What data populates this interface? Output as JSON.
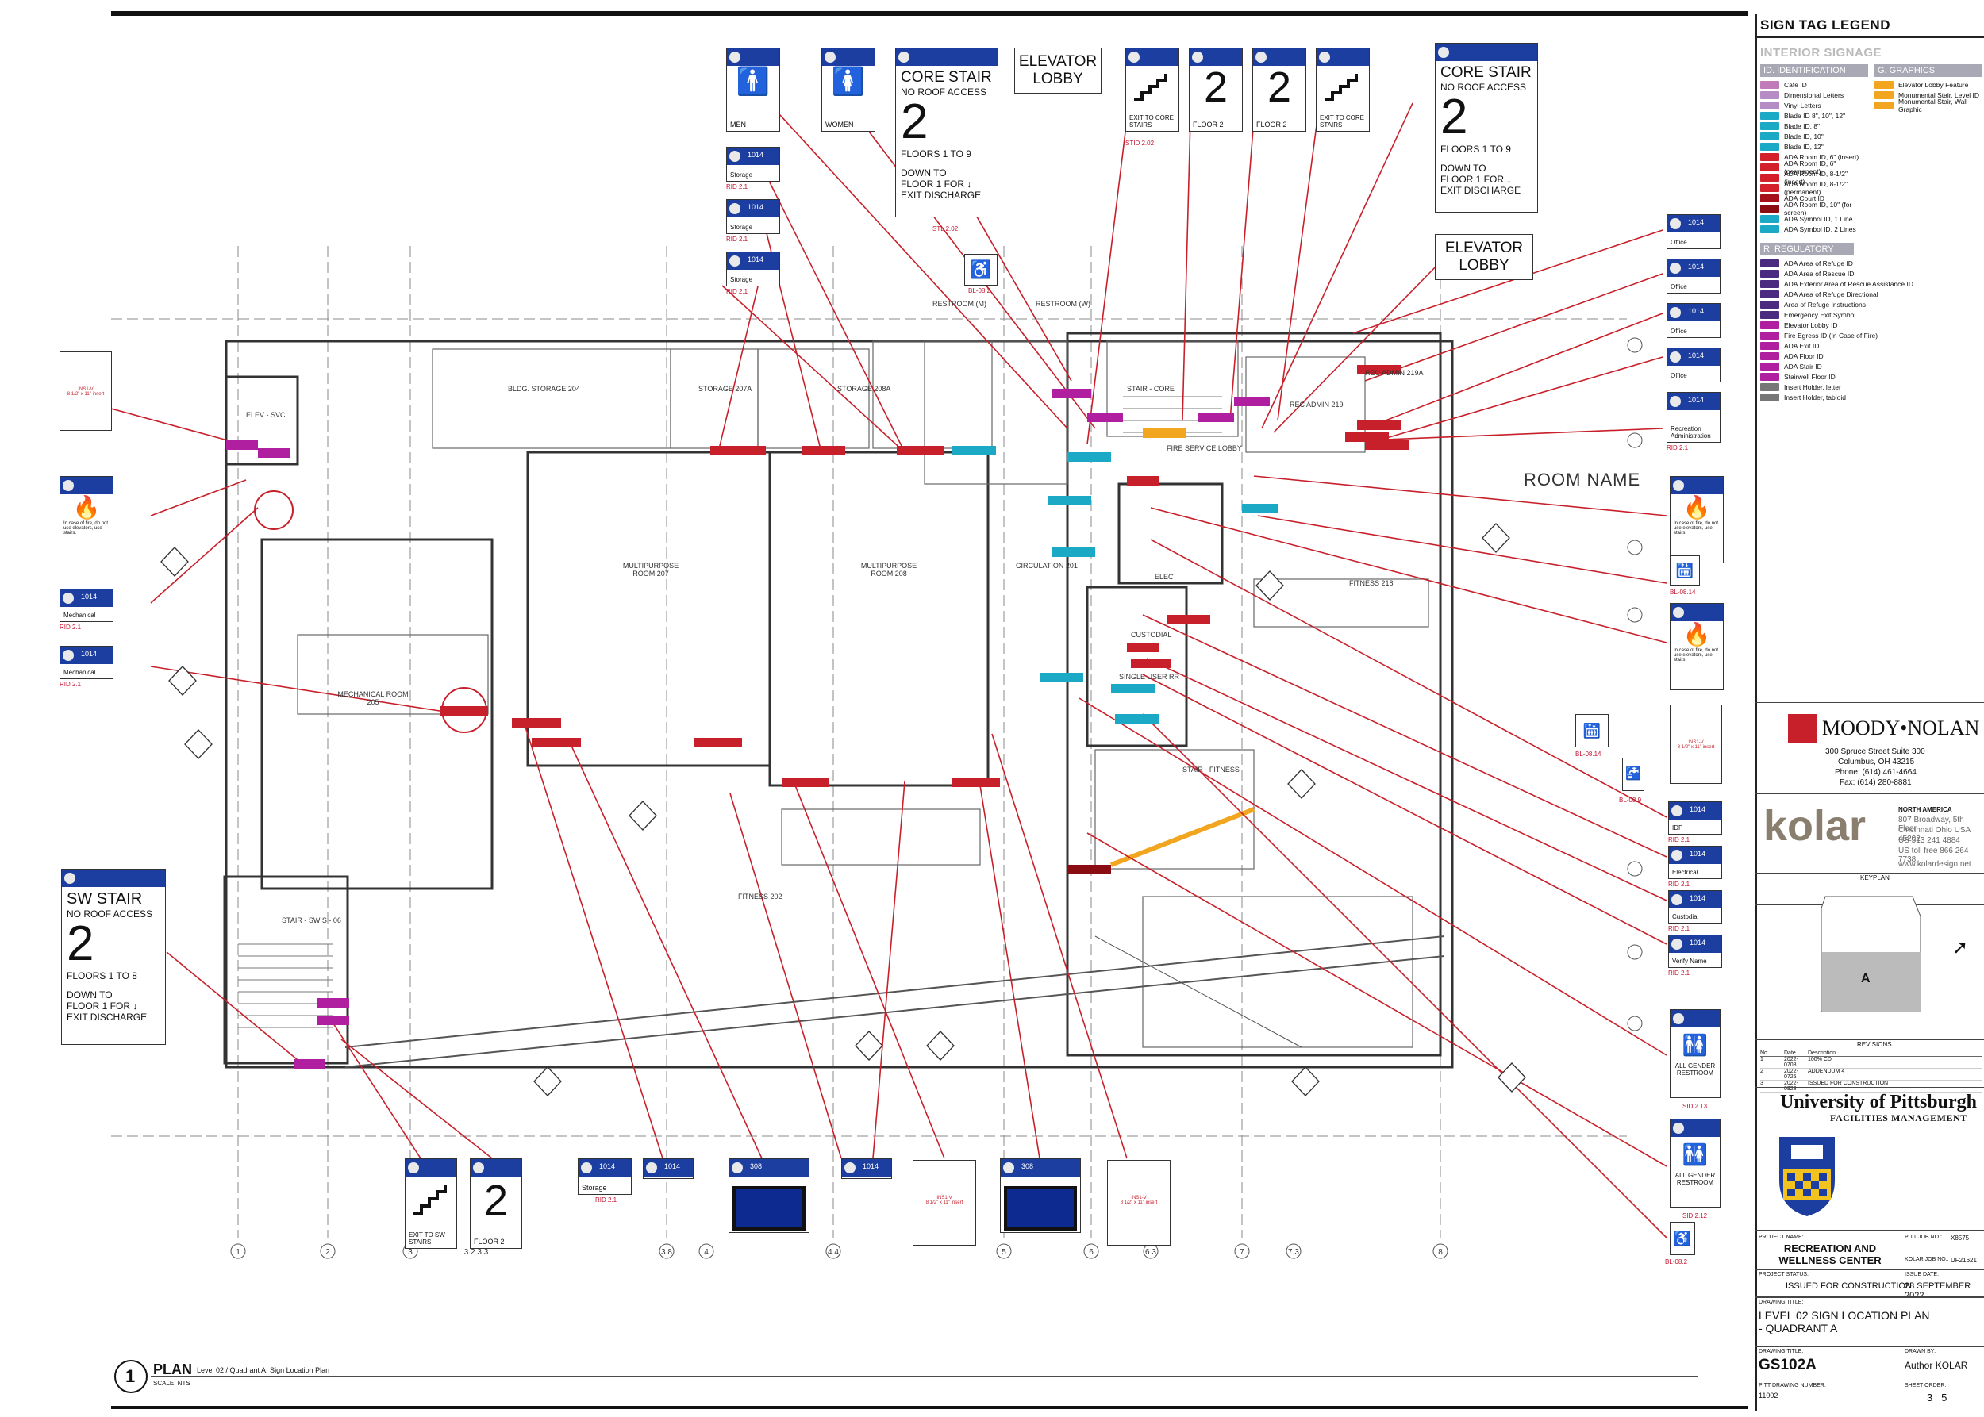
{
  "legend": {
    "title": "SIGN TAG LEGEND",
    "section": "INTERIOR SIGNAGE",
    "id_header": "ID. IDENTIFICATION",
    "g_header": "G. GRAPHICS",
    "r_header": "R. REGULATORY",
    "id_items": [
      {
        "code": "CAFE",
        "color": "#c07bb8",
        "label": "Cafe ID"
      },
      {
        "code": "DL",
        "color": "#b58cc4",
        "label": "Dimensional Letters"
      },
      {
        "code": "VL",
        "color": "#b58cc4",
        "label": "Vinyl Letters"
      },
      {
        "code": "BL",
        "color": "#1ba9c6",
        "label": "Blade ID 8\", 10\", 12\""
      },
      {
        "code": "BL",
        "color": "#1ba9c6",
        "label": "Blade ID, 8\""
      },
      {
        "code": "BL",
        "color": "#1ba9c6",
        "label": "Blade ID, 10\""
      },
      {
        "code": "BL",
        "color": "#1ba9c6",
        "label": "Blade ID, 12\""
      },
      {
        "code": "RID",
        "color": "#d4202a",
        "label": "ADA Room ID, 6\" (insert)"
      },
      {
        "code": "RID",
        "color": "#d4202a",
        "label": "ADA Room ID, 6\" (permanent)"
      },
      {
        "code": "RID",
        "color": "#d4202a",
        "label": "ADA Room ID, 8-1/2\" (insert)"
      },
      {
        "code": "RID",
        "color": "#d4202a",
        "label": "ADA Room ID, 8-1/2\" (permanent)"
      },
      {
        "code": "RID",
        "color": "#a6101a",
        "label": "ADA Court ID"
      },
      {
        "code": "RID",
        "color": "#8a0d14",
        "label": "ADA Room ID, 10\" (for screen)"
      },
      {
        "code": "SID",
        "color": "#1ba9c6",
        "label": "ADA Symbol ID, 1 Line"
      },
      {
        "code": "SID",
        "color": "#1ba9c6",
        "label": "ADA Symbol ID, 2 Lines"
      }
    ],
    "g_items": [
      {
        "code": "LOB",
        "color": "#f2a51f",
        "label": "Elevator Lobby Feature"
      },
      {
        "code": "MON",
        "color": "#f2a51f",
        "label": "Monumental Stair, Level ID"
      },
      {
        "code": "MON",
        "color": "#f2a51f",
        "label": "Monumental Stair, Wall Graphic"
      }
    ],
    "r_items": [
      {
        "code": "AR",
        "color": "#4b2b7f",
        "label": "ADA Area of Refuge ID"
      },
      {
        "code": "AR",
        "color": "#4b2b7f",
        "label": "ADA Area of Rescue ID"
      },
      {
        "code": "AR",
        "color": "#4b2b7f",
        "label": "ADA Exterior Area of Rescue Assistance ID"
      },
      {
        "code": "AR",
        "color": "#4b2b7f",
        "label": "ADA Area of Refuge Directional"
      },
      {
        "code": "AR",
        "color": "#4b2b7f",
        "label": "Area of Refuge Instructions"
      },
      {
        "code": "ES",
        "color": "#4b2b7f",
        "label": "Emergency Exit Symbol"
      },
      {
        "code": "ELID",
        "color": "#b01fa0",
        "label": "Elevator Lobby ID"
      },
      {
        "code": "FE",
        "color": "#b01fa0",
        "label": "Fire Egress ID (In Case of Fire)"
      },
      {
        "code": "EX",
        "color": "#b01fa0",
        "label": "ADA Exit ID"
      },
      {
        "code": "FL",
        "color": "#b01fa0",
        "label": "ADA Floor ID"
      },
      {
        "code": "ST",
        "color": "#b01fa0",
        "label": "ADA Stair ID"
      },
      {
        "code": "STL",
        "color": "#b01fa0",
        "label": "Stairwell Floor ID"
      },
      {
        "code": "INS",
        "color": "#777",
        "label": "Insert Holder, letter"
      },
      {
        "code": "INS",
        "color": "#777",
        "label": "Insert Holder, tabloid"
      }
    ]
  },
  "firm1": {
    "name": "MOODY•NOLAN",
    "address": "300 Spruce Street Suite 300",
    "city": "Columbus, OH 43215",
    "phone": "Phone: (614) 461-4664",
    "fax": "Fax: (614) 280-8881"
  },
  "firm2": {
    "name": "kolar",
    "region": "NORTH AMERICA",
    "address": "807 Broadway, 5th Floor",
    "city": "Cincinnati Ohio USA 45202",
    "phone": "US 513 241 4884",
    "tollfree": "US toll free 866 264 7738",
    "web": "www.kolardesign.net"
  },
  "keyplan": {
    "label": "KEYPLAN",
    "quadrant": "A"
  },
  "revisions": {
    "title": "REVISIONS",
    "headers": [
      "No.",
      "Date",
      "Description"
    ],
    "rows": [
      [
        "1",
        "2022-0708",
        "100% CD"
      ],
      [
        "2",
        "2022-0725",
        "ADDENDUM 4"
      ],
      [
        "3",
        "2022-0928",
        "ISSUED FOR CONSTRUCTION"
      ]
    ]
  },
  "client": {
    "name": "University of Pittsburgh",
    "dept": "FACILITIES MANAGEMENT"
  },
  "titleblock": {
    "project_name_label": "PROJECT NAME:",
    "project_name": "RECREATION AND WELLNESS CENTER",
    "pitt_job_label": "PITT JOB NO.:",
    "pitt_job": "X8575",
    "kolar_job_label": "KOLAR JOB NO.:",
    "kolar_job": "UF21621",
    "status_label": "PROJECT STATUS:",
    "status": "ISSUED FOR CONSTRUCTION",
    "issue_label": "ISSUE DATE:",
    "issue_date": "28 SEPTEMBER 2022",
    "drawing_title_label": "DRAWING TITLE:",
    "drawing_title": "LEVEL 02 SIGN LOCATION PLAN - QUADRANT A",
    "drawing_no_label": "DRAWING TITLE:",
    "drawing_no": "GS102A",
    "drawn_by_label": "DRAWN BY:",
    "drawn_by": "Author  KOLAR",
    "pitt_dwg_label": "PITT DRAWING NUMBER:",
    "pitt_dwg": "11002",
    "sheet_label": "SHEET ORDER:",
    "sheet": "3   5"
  },
  "plan": {
    "number": "1",
    "title": "PLAN",
    "subtitle": "Level 02 / Quadrant A: Sign Location Plan",
    "scale": "SCALE: NTS"
  },
  "room_name_callout": "ROOM NAME",
  "signs": {
    "core_stair_1": {
      "title": "CORE STAIR",
      "sub": "NO ROOF ACCESS",
      "num": "2",
      "floors": "FLOORS 1 TO 9",
      "down": "DOWN TO",
      "down2": "FLOOR 1 FOR ↓",
      "down3": "EXIT DISCHARGE",
      "tag": "STL 2.02"
    },
    "core_stair_2": {
      "title": "CORE STAIR",
      "sub": "NO ROOF ACCESS",
      "num": "2",
      "floors": "FLOORS 1 TO 9",
      "down": "DOWN TO",
      "down2": "FLOOR 1 FOR ↓",
      "down3": "EXIT DISCHARGE"
    },
    "sw_stair": {
      "title": "SW STAIR",
      "sub": "NO ROOF ACCESS",
      "num": "2",
      "floors": "FLOORS 1 TO 8",
      "down": "DOWN TO",
      "down2": "FLOOR 1 FOR ↓",
      "down3": "EXIT DISCHARGE"
    },
    "elev_lobby_1": "ELEVATOR LOBBY",
    "elev_lobby_2": "ELEVATOR LOBBY",
    "men": "MEN",
    "women": "WOMEN",
    "exit_core_1": "EXIT TO CORE STAIRS",
    "exit_core_2": "EXIT TO CORE STAIRS",
    "floor_2a": "FLOOR 2",
    "floor_2b": "FLOOR 2",
    "floor_2c": "FLOOR 2",
    "exit_sw": "EXIT TO SW STAIRS",
    "big2": "2",
    "sti_tag": "STID 2.02",
    "tags_left": [
      {
        "num": "1014",
        "label": "Storage",
        "tag": "RID 2.1"
      },
      {
        "num": "1014",
        "label": "Storage",
        "tag": "RID 2.1"
      },
      {
        "num": "1014",
        "label": "Storage",
        "tag": "RID 2.1"
      }
    ],
    "tags_right": [
      {
        "num": "1014",
        "label": "Office"
      },
      {
        "num": "1014",
        "label": "Office"
      },
      {
        "num": "1014",
        "label": "Office"
      },
      {
        "num": "1014",
        "label": "Office"
      },
      {
        "num": "1014",
        "label": "Recreation Administration",
        "tag": "RID 2.1"
      }
    ],
    "tags_right2": [
      {
        "num": "1014",
        "label": "IDF",
        "tag": "RID 2.1"
      },
      {
        "num": "1014",
        "label": "Electrical",
        "tag": "RID 2.1"
      },
      {
        "num": "1014",
        "label": "Custodial",
        "tag": "RID 2.1"
      },
      {
        "num": "1014",
        "label": "Verify Name",
        "tag": "RID 2.1"
      }
    ],
    "tags_leftside": [
      {
        "num": "1014",
        "label": "Mechanical",
        "tag": "RID 2.1"
      },
      {
        "num": "1014",
        "label": "Mechanical",
        "tag": "RID 2.1"
      }
    ],
    "insert_1": "INS1-V\n8 1/2\" x 11\" insert",
    "insert_2": "INS1-V\n8 1/2\" x 11\" insert",
    "insert_3": "INS1-V\n8 1/2\" x 11\" insert",
    "insert_4": "INS1-V\n8 1/2\" x 11\" insert",
    "fire_text": "In case of fire, do not use elevators, use stairs.",
    "all_gender_1": "ALL GENDER RESTROOM",
    "all_gender_2": "ALL GENDER RESTROOM",
    "sid_1": "SID 2.13",
    "sid_2": "SID 2.12",
    "bl_1": "BL-08.2",
    "bl_2": "BL-08.14",
    "bl_3": "BL-08.14",
    "bl_4": "BL-08.9",
    "bl_5": "BL-08.2",
    "bottom_storage": {
      "num": "1014",
      "label": "Storage",
      "tag": "RID 2.1"
    },
    "bottom_1014a": "1014",
    "bottom_1014b": "1014",
    "bottom_308a": "308",
    "bottom_308b": "308"
  },
  "rooms": [
    "BLDG. STORAGE 204",
    "STORAGE 207A",
    "STORAGE 208A",
    "RESTROOM (M)",
    "RESTROOM (W)",
    "STAIR - CORE",
    "MULTIPURPOSE ROOM 207",
    "MULTIPURPOSE ROOM 208",
    "MECHANICAL ROOM 205",
    "CIRCULATION 201",
    "FITNESS 202",
    "STAIR - SW S - 06",
    "ELEV - SVC",
    "FITNESS 218",
    "ELEC",
    "CUSTODIAL",
    "SINGLE USER RR",
    "STAIR - FITNESS",
    "REC ADMIN 219",
    "REC ADMIN 219A",
    "FIRE SERVICE LOBBY"
  ],
  "grid": [
    "1",
    "2",
    "3",
    "3.2 3.3",
    "3.8",
    "4",
    "4.4",
    "5",
    "6",
    "6.3",
    "7",
    "7.3",
    "8"
  ]
}
